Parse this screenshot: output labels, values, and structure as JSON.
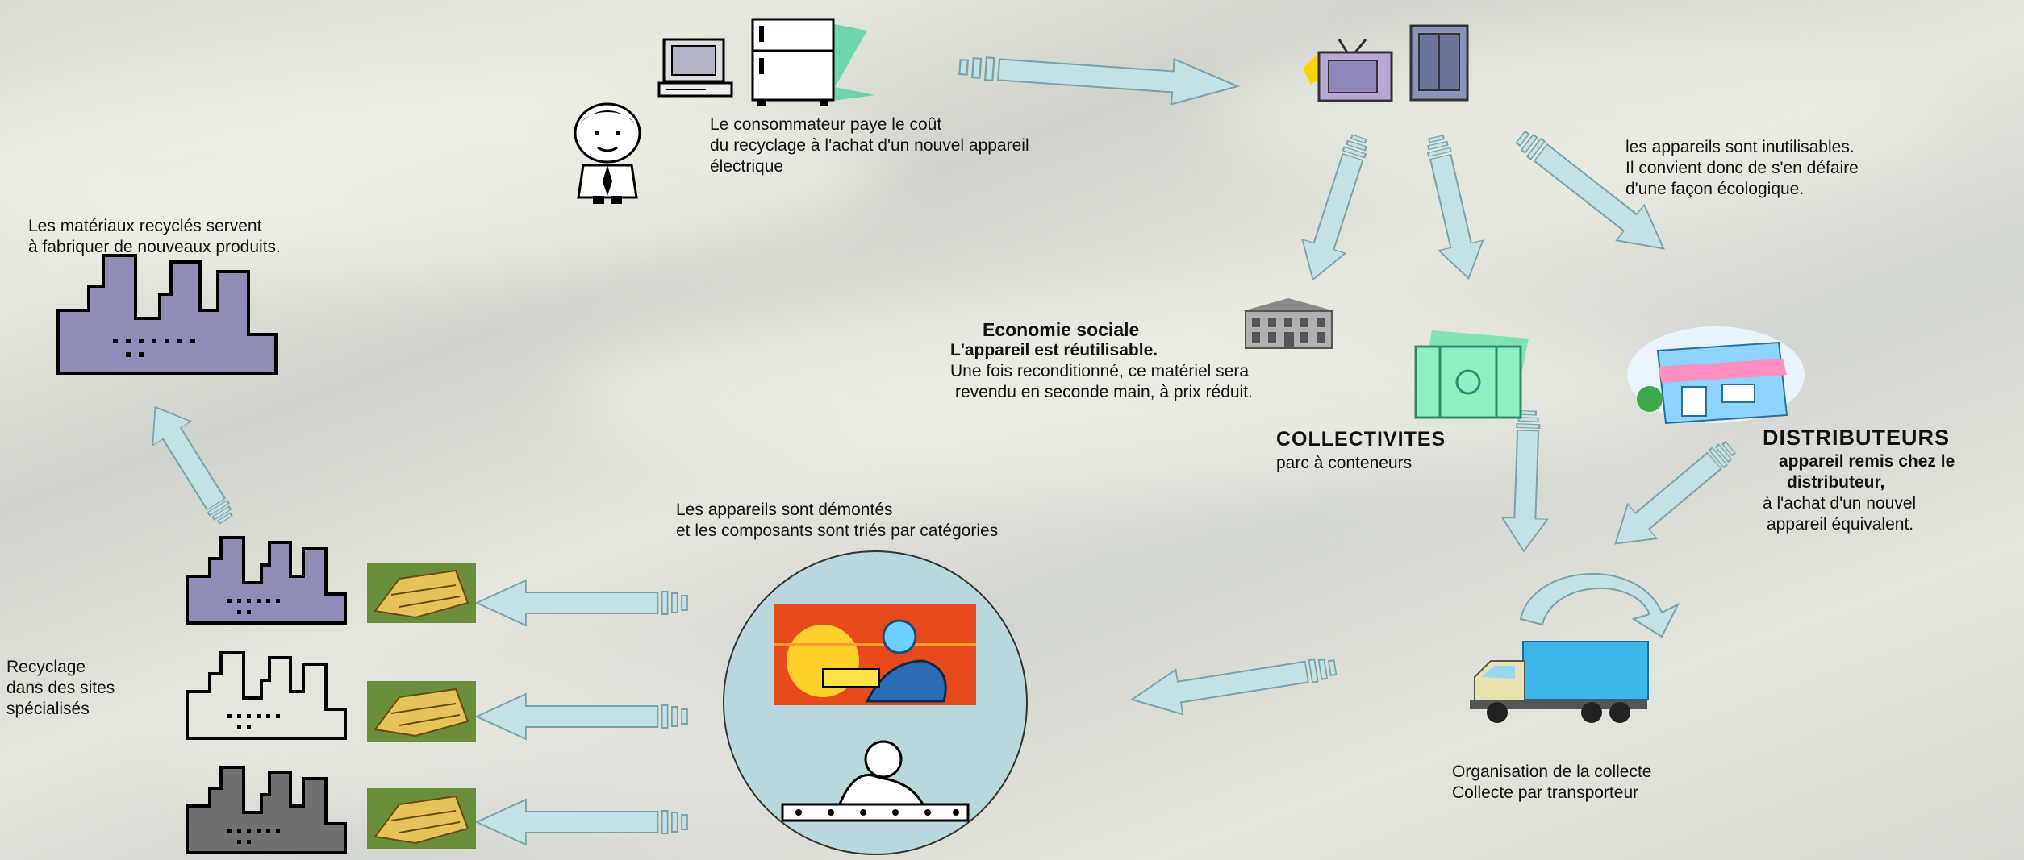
{
  "texts": {
    "consumer": [
      "Le consommateur paye le coût",
      "du recyclage à l'achat d'un nouvel appareil",
      "électrique"
    ],
    "unusable": [
      "les appareils  sont inutilisables.",
      "Il convient donc de s'en défaire",
      "d'une façon écologique."
    ],
    "materials": [
      "Les matériaux recyclés  servent",
      "à fabriquer de nouveaux produits."
    ],
    "eco_title": "Economie sociale",
    "eco_sub": "L'appareil est réutilisable.",
    "eco_body": [
      "Une fois reconditionné, ce matériel sera",
      "revendu en seconde main, à prix réduit."
    ],
    "coll_title": "COLLECTIVITES",
    "coll_sub": "parc à conteneurs",
    "dist_title": "DISTRIBUTEURS",
    "dist_bold": [
      "appareil remis chez le",
      "distributeur,"
    ],
    "dist_body": [
      "à l'achat d'un nouvel",
      "appareil équivalent."
    ],
    "dismantle": [
      "Les appareils sont démontés",
      "et les composants sont triés par catégories"
    ],
    "recycling": [
      "Recyclage",
      "dans des sites",
      "spécialisés"
    ],
    "collect": [
      "Organisation de la collecte",
      "Collecte par transporteur"
    ]
  },
  "colors": {
    "arrow_fill": "#c4e2e6",
    "arrow_stroke": "#7aa3ab",
    "factory_purple": "#8f8cb8",
    "factory_dark": "#707070"
  }
}
